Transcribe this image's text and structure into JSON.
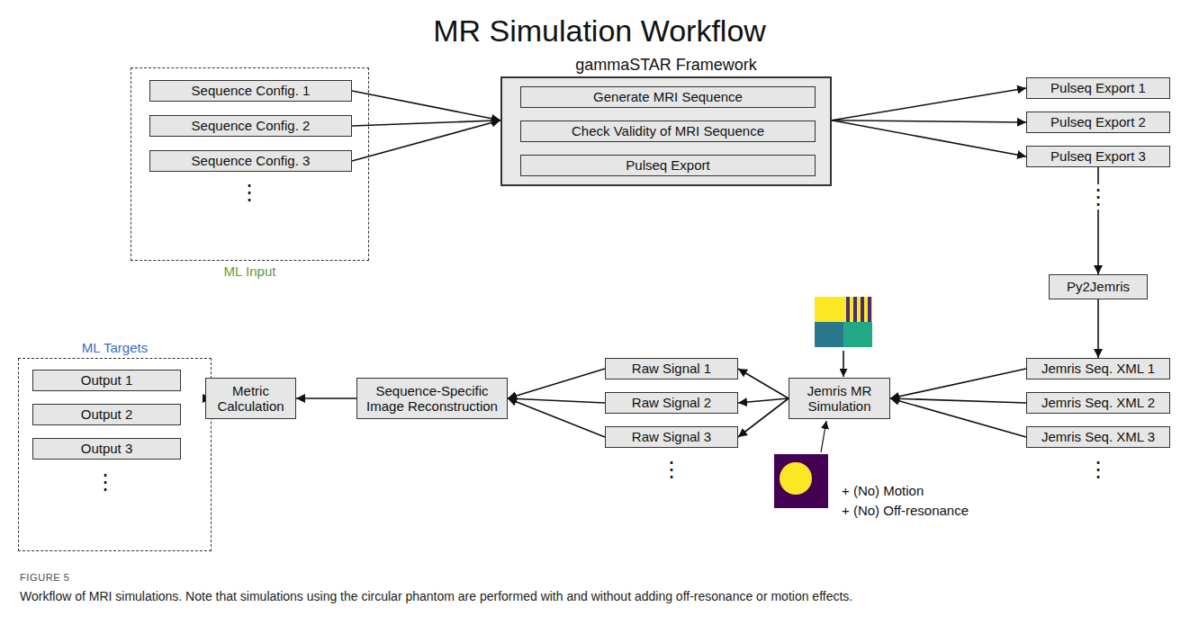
{
  "diagram": {
    "title": "MR Simulation Workflow",
    "caption": "Workflow of MRI simulations. Note that simulations using the circular phantom are performed with and without adding off-resonance or motion effects.",
    "nodes": [
      {
        "text": [
          "ML Input"
        ]
      },
      {
        "text": [
          "Sequence Config. 1"
        ],
        "in": 0
      },
      {
        "text": [
          "Sequence Config. 2"
        ],
        "in": 0
      },
      {
        "text": [
          "Sequence Config. 3"
        ],
        "in": 0
      },
      {
        "text": [
          "gammaSTAR Framework"
        ]
      },
      {
        "text": [
          "Generate MRI Sequence"
        ],
        "in": 4
      },
      {
        "text": [
          "Check Validity of MRI Sequence"
        ],
        "in": 4
      },
      {
        "text": [
          "Pulseq Export"
        ],
        "in": 4
      },
      {
        "text": [
          "Pulseq Export 1"
        ]
      },
      {
        "text": [
          "Pulseq Export 2"
        ]
      },
      {
        "text": [
          "Pulseq Export 3"
        ]
      },
      {
        "text": [
          "Py2Jemris"
        ]
      },
      {
        "text": [
          "ML Targets"
        ]
      },
      {
        "text": [
          "Output 1"
        ],
        "in": 12
      },
      {
        "text": [
          "Output 2"
        ],
        "in": 12
      },
      {
        "text": [
          "Output 3"
        ],
        "in": 12
      },
      {
        "text": [
          "Metric Calculation"
        ]
      },
      {
        "text": [
          "Sequence-Specific Image Reconstruction"
        ]
      },
      {
        "text": [
          "Raw Signal 1"
        ]
      },
      {
        "text": [
          "Raw Signal 2"
        ]
      },
      {
        "text": [
          "Raw Signal 3"
        ]
      },
      {
        "text": [
          "Jemris MR Simulation"
        ]
      },
      {
        "text": [
          "Jemris Seq. XML 1"
        ]
      },
      {
        "text": [
          "Jemris Seq. XML 2"
        ]
      },
      {
        "text": [
          "Jemris Seq. XML 3"
        ]
      }
    ],
    "edges": [
      {
        "from": 1,
        "to": 4,
        "arrow": "to"
      },
      {
        "from": 2,
        "to": 4,
        "arrow": "to"
      },
      {
        "from": 3,
        "to": 4,
        "arrow": "to"
      },
      {
        "from": 5,
        "to": 6,
        "arrow": "to"
      },
      {
        "from": 6,
        "to": 7,
        "arrow": "to"
      },
      {
        "from": 4,
        "to": 8,
        "arrow": "to"
      },
      {
        "from": 4,
        "to": 9,
        "arrow": "to"
      },
      {
        "from": 4,
        "to": 10,
        "arrow": "to"
      },
      {
        "from": 10,
        "to": 11,
        "arrow": "to"
      },
      {
        "from": 11,
        "to": 22,
        "arrow": "to"
      },
      {
        "from": 22,
        "to": 21,
        "arrow": "to"
      },
      {
        "from": 23,
        "to": 21,
        "arrow": "to"
      },
      {
        "from": 24,
        "to": 21,
        "arrow": "to"
      },
      {
        "from": 21,
        "to": 18,
        "arrow": "to"
      },
      {
        "from": 21,
        "to": 19,
        "arrow": "to"
      },
      {
        "from": 21,
        "to": 20,
        "arrow": "to"
      },
      {
        "from": 18,
        "to": 17,
        "arrow": "to"
      },
      {
        "from": 19,
        "to": 17,
        "arrow": "to"
      },
      {
        "from": 20,
        "to": 17,
        "arrow": "to"
      },
      {
        "from": 17,
        "to": 16,
        "arrow": "to"
      },
      {
        "from": 16,
        "to": 12,
        "arrow": "to"
      }
    ],
    "labels": [
      "⋮",
      "⋮",
      "⋮",
      "⋮",
      "⋮",
      "+ (No) Motion",
      "+ (No) Off-resonance",
      "FIGURE 5"
    ]
  }
}
